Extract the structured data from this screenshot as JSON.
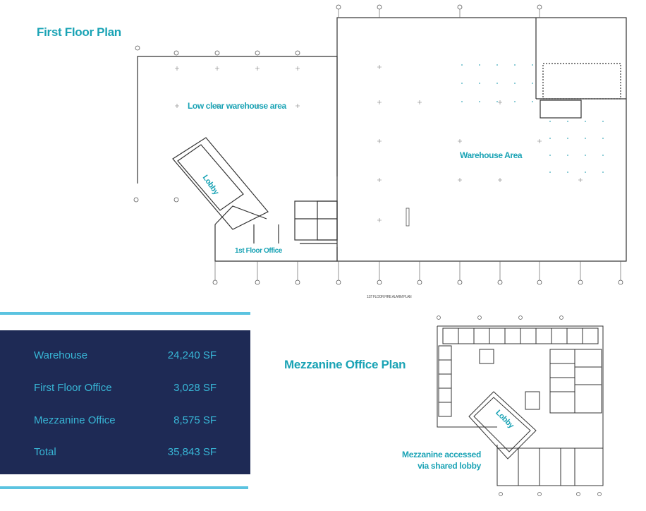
{
  "first_floor": {
    "title": "First Floor Plan",
    "labels": {
      "low_clear": "Low clear warehouse area",
      "warehouse_area": "Warehouse Area",
      "lobby": "Lobby",
      "first_floor_office": "1st Floor Office"
    },
    "drawing_caption": "1ST FLOOR FIRE ALARM PLAN"
  },
  "stats": {
    "rows": [
      {
        "label": "Warehouse",
        "value": "24,240 SF"
      },
      {
        "label": "First Floor Office",
        "value": "3,028 SF"
      },
      {
        "label": "Mezzanine Office",
        "value": "8,575 SF"
      },
      {
        "label": "Total",
        "value": "35,843 SF"
      }
    ]
  },
  "mezzanine": {
    "title": "Mezzanine Office Plan",
    "lobby": "Lobby",
    "caption_line1": "Mezzanine accessed",
    "caption_line2": "via shared lobby"
  },
  "colors": {
    "accent": "#1aa3b5",
    "panel": "#1e2a55",
    "rule": "#5bc3e0",
    "drawing": "#333333"
  }
}
